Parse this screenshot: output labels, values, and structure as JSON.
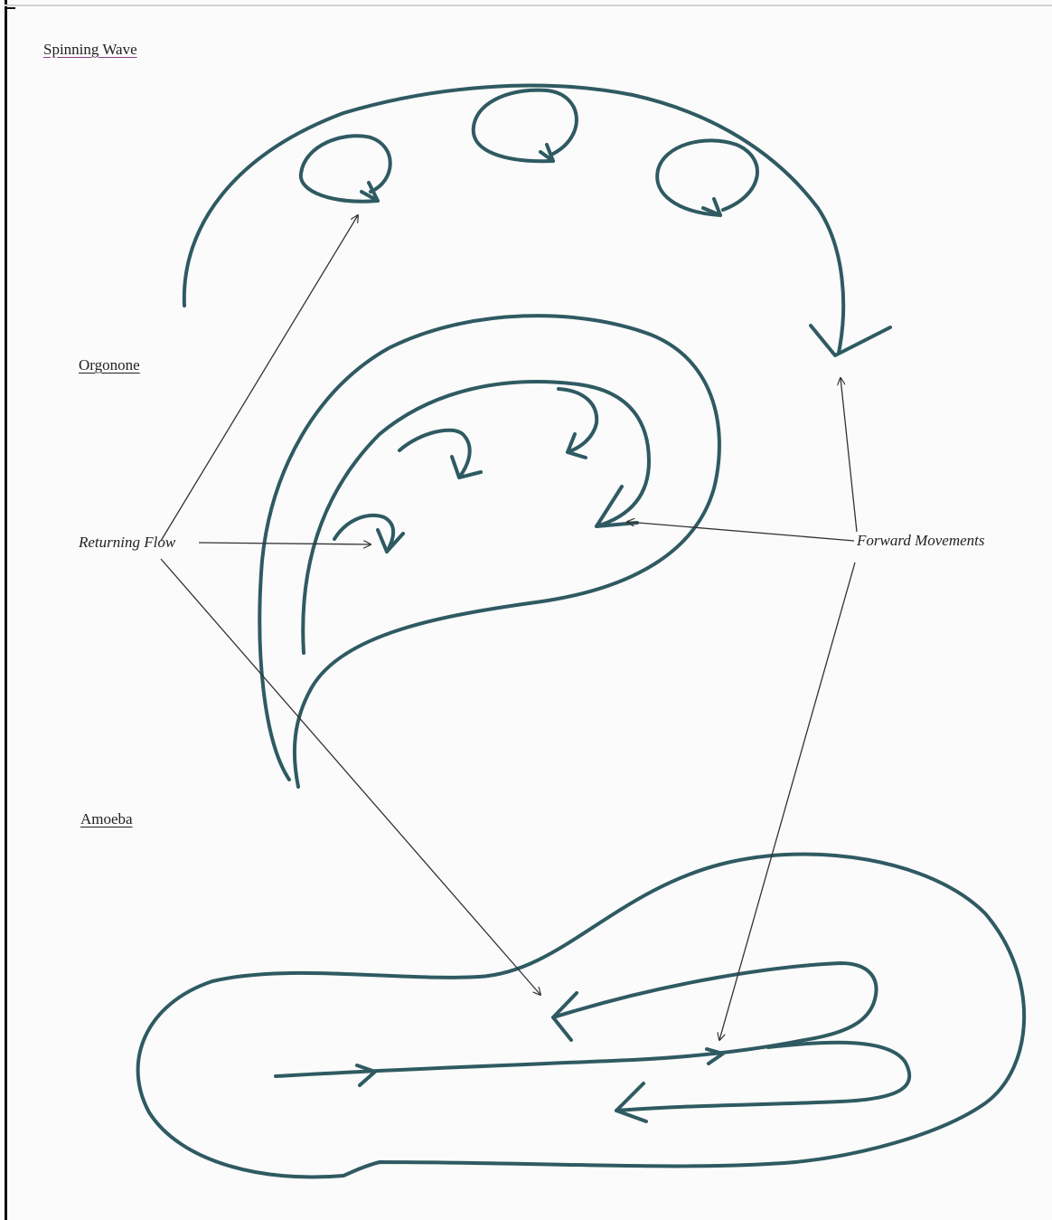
{
  "headings": {
    "spinning_wave": "Spinning Wave",
    "orgonone": "Orgonone",
    "amoeba": "Amoeba"
  },
  "callouts": {
    "returning_flow": "Returning Flow",
    "forward_movements": "Forward Movements"
  },
  "colors": {
    "ink_teal": "#2f5a62",
    "callout_line": "#333333",
    "heading_underline_accent": "#8a3c8a"
  }
}
